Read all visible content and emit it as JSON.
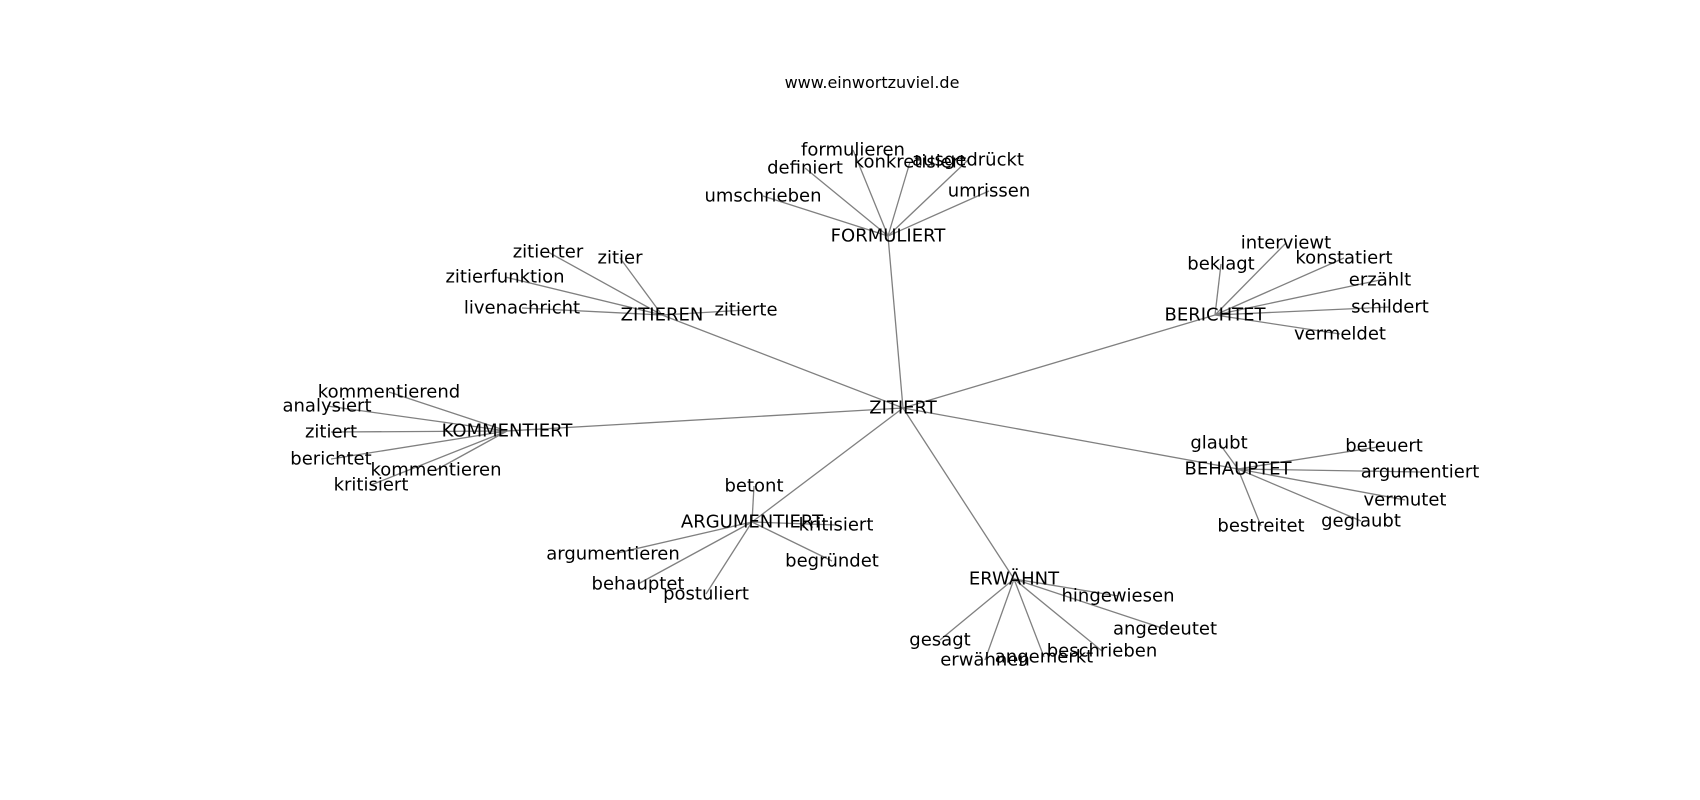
{
  "page": {
    "site_title": "www.einwortzuviel.de"
  },
  "graph": {
    "edge_color": "#808080",
    "text_color": "#000000",
    "center": "ZITIERT",
    "hubs": [
      {
        "label": "FORMULIERT",
        "leaves": [
          "formulieren",
          "definiert",
          "konkretisiert",
          "ausgedrückt",
          "umschrieben",
          "umrissen"
        ]
      },
      {
        "label": "ZITIEREN",
        "leaves": [
          "zitierter",
          "zitier",
          "zitierfunktion",
          "livenachricht",
          "zitierte"
        ]
      },
      {
        "label": "BERICHTET",
        "leaves": [
          "interviewt",
          "beklagt",
          "konstatiert",
          "erzählt",
          "schildert",
          "vermeldet"
        ]
      },
      {
        "label": "KOMMENTIERT",
        "leaves": [
          "kommentierend",
          "analysiert",
          "zitiert",
          "berichtet",
          "kommentieren",
          "kritisiert"
        ]
      },
      {
        "label": "BEHAUPTET",
        "leaves": [
          "glaubt",
          "beteuert",
          "argumentiert",
          "vermutet",
          "geglaubt",
          "bestreitet"
        ]
      },
      {
        "label": "ARGUMENTIERT",
        "leaves": [
          "betont",
          "kritisiert",
          "argumentieren",
          "begründet",
          "behauptet",
          "postuliert"
        ]
      },
      {
        "label": "ERWÄHNT",
        "leaves": [
          "hingewiesen",
          "angedeutet",
          "beschrieben",
          "angemerkt",
          "erwähnen",
          "gesagt"
        ]
      }
    ]
  }
}
